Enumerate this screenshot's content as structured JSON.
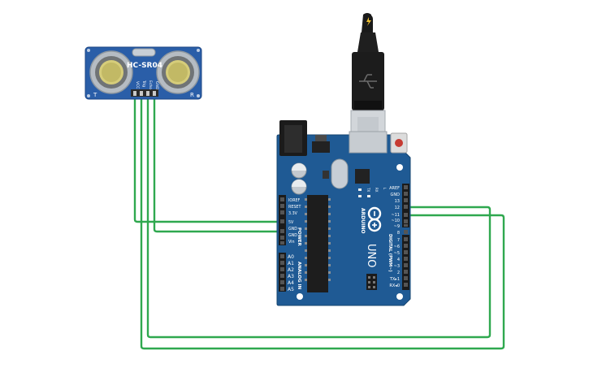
{
  "sensor": {
    "title": "HC-SR04",
    "left_mark": "T",
    "right_mark": "R",
    "pins": [
      "VCC",
      "Trig",
      "Echo",
      "GND"
    ]
  },
  "arduino": {
    "brand": "ARDUINO",
    "model": "UNO",
    "on_label": "ON",
    "tx_label": "TX",
    "rx_label": "RX",
    "l_label": "L",
    "power_header": "POWER",
    "analog_header": "ANALOG IN",
    "digital_header": "DIGITAL (PWM~)",
    "power_pins": [
      "IOREF",
      "RESET",
      "3.3V",
      "5V",
      "GND",
      "GND",
      "Vin"
    ],
    "analog_pins": [
      "A0",
      "A1",
      "A2",
      "A3",
      "A4",
      "A5"
    ],
    "top_pins": [
      "AREF",
      "GND",
      "13",
      "12",
      "~11",
      "~10",
      "~9",
      "8"
    ],
    "bottom_pins": [
      "7",
      "~6",
      "~5",
      "4",
      "~3",
      "2",
      "TX▸1",
      "RX◂0"
    ]
  },
  "colors": {
    "wire": "#2fa84f",
    "sensor_board": "#2a5ea8",
    "arduino_board": "#1f5a94"
  }
}
